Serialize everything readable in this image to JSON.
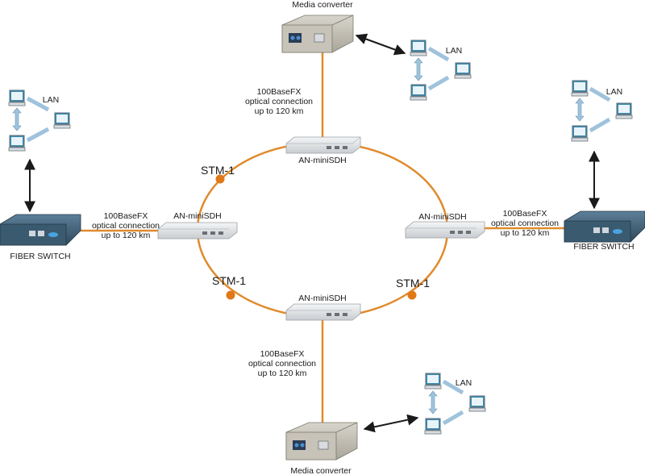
{
  "labels": {
    "media_converter_top": "Media converter",
    "media_converter_bottom": "Media converter",
    "lan_top_right": "LAN",
    "lan_left": "LAN",
    "lan_right": "LAN",
    "lan_bottom": "LAN",
    "link_top": "100BaseFX\noptical connection\nup to 120 km",
    "link_left": "100BaseFX\noptical connection\nup to 120 km",
    "link_right": "100BaseFX\noptical connection\nup to 120 km",
    "link_bottom": "100BaseFX\noptical connection\nup to 120 km",
    "node_top": "AN-miniSDH",
    "node_left": "AN-miniSDH",
    "node_right": "AN-miniSDH",
    "node_bottom": "AN-miniSDH",
    "stm_top_left": "STM-1",
    "stm_bottom_left": "STM-1",
    "stm_bottom_right": "STM-1",
    "fiber_switch_left": "FIBER SWITCH",
    "fiber_switch_right": "FIBER SWITCH"
  },
  "colors": {
    "fiber": "#e08a2c",
    "stm_dot": "#e07818",
    "device_body": "#e6e8ea",
    "switch_body": "#3f5f76",
    "monitor": "#3b8cb4",
    "arrow": "#1a1a1a",
    "lan_arrow": "#9fc3dc"
  }
}
